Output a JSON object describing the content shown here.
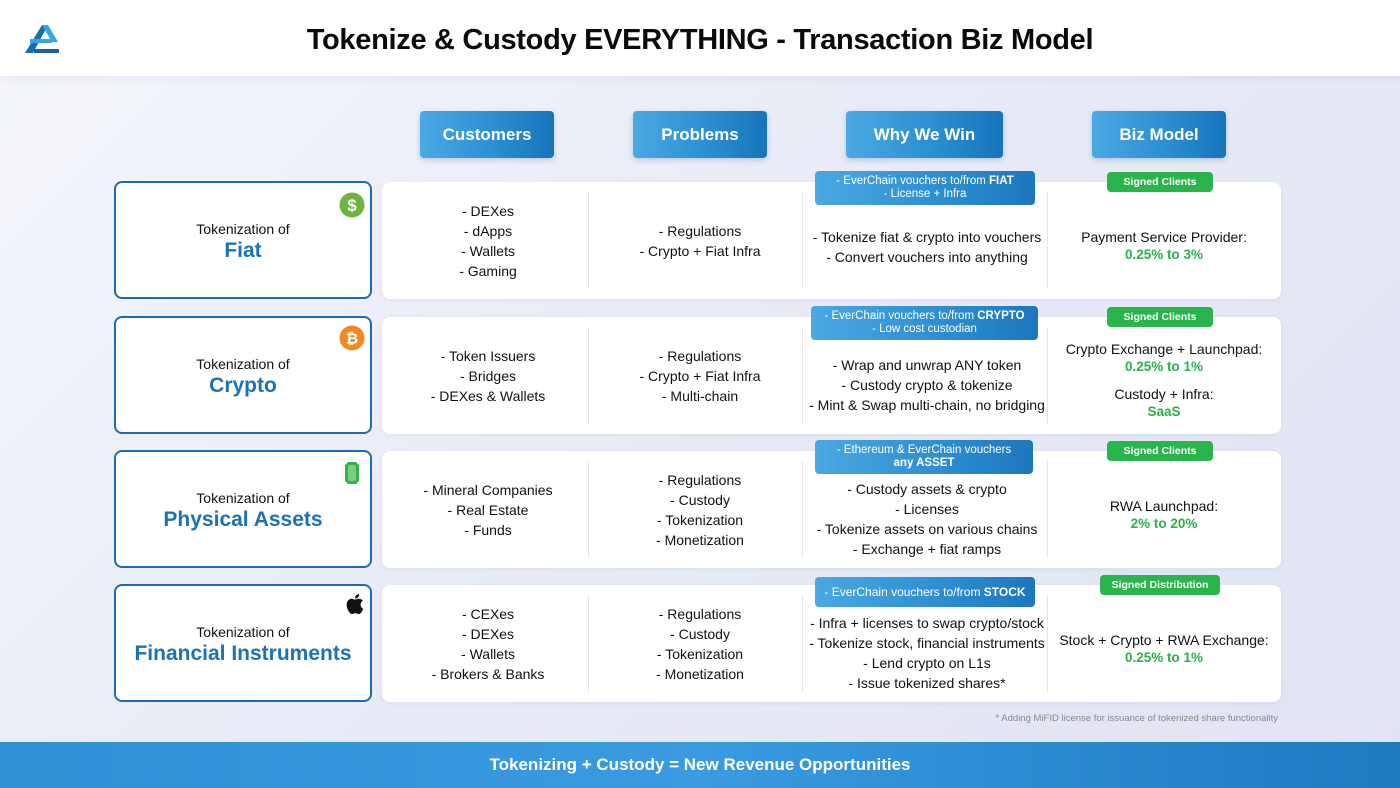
{
  "title": "Tokenize & Custody EVERYTHING - Transaction Biz Model",
  "headers": [
    "Customers",
    "Problems",
    "Why We Win",
    "Biz Model"
  ],
  "rows": [
    {
      "sub": "Tokenization of",
      "main": "Fiat",
      "icon": "dollar-icon",
      "customers": [
        "- DEXes",
        "- dApps",
        "- Wallets",
        "- Gaming"
      ],
      "problems": [
        "- Regulations",
        "- Crypto + Fiat Infra"
      ],
      "tag1_prefix": "- EverChain vouchers to/from ",
      "tag1_bold": "FIAT",
      "tag2": "- License + Infra",
      "tag2_bold": "",
      "why": [
        "- Tokenize fiat & crypto into vouchers",
        "- Convert vouchers into anything"
      ],
      "badge": "Signed Clients",
      "biz": [
        {
          "label": "Payment Service Provider:",
          "value": "0.25% to 3%"
        }
      ]
    },
    {
      "sub": "Tokenization of",
      "main": "Crypto",
      "icon": "bitcoin-icon",
      "customers": [
        "- Token Issuers",
        "- Bridges",
        "- DEXes & Wallets"
      ],
      "problems": [
        "- Regulations",
        "- Crypto + Fiat Infra",
        "- Multi-chain"
      ],
      "tag1_prefix": "- EverChain vouchers to/from ",
      "tag1_bold": "CRYPTO",
      "tag2": "- Low cost custodian",
      "tag2_bold": "",
      "why": [
        "- Wrap and unwrap ANY token",
        "- Custody crypto & tokenize",
        "- Mint & Swap multi-chain, no bridging"
      ],
      "badge": "Signed Clients",
      "biz": [
        {
          "label": "Crypto Exchange + Launchpad:",
          "value": "0.25% to 1%"
        },
        {
          "label": "Custody + Infra:",
          "value": "SaaS"
        }
      ]
    },
    {
      "sub": "Tokenization of",
      "main": "Physical Assets",
      "icon": "emerald-icon",
      "customers": [
        "- Mineral Companies",
        "- Real Estate",
        "- Funds"
      ],
      "problems": [
        "- Regulations",
        "- Custody",
        "- Tokenization",
        "- Monetization"
      ],
      "tag1_prefix": "- Ethereum & EverChain vouchers",
      "tag1_bold": "",
      "tag2": "",
      "tag2_bold": "any ASSET",
      "why": [
        "- Custody assets & crypto",
        "- Licenses",
        "- Tokenize assets on various chains",
        "- Exchange + fiat ramps"
      ],
      "badge": "Signed Clients",
      "biz": [
        {
          "label": "RWA Launchpad:",
          "value": "2% to 20%"
        }
      ]
    },
    {
      "sub": "Tokenization of",
      "main": "Financial Instruments",
      "icon": "apple-icon",
      "customers": [
        "- CEXes",
        "- DEXes",
        "- Wallets",
        "- Brokers & Banks"
      ],
      "problems": [
        "- Regulations",
        "- Custody",
        "- Tokenization",
        "- Monetization"
      ],
      "tag1_prefix": "- EverChain vouchers to/from ",
      "tag1_bold": "STOCK",
      "tag2": "",
      "tag2_bold": "",
      "why": [
        "- Infra + licenses to swap crypto/stock",
        "- Tokenize stock, financial instruments",
        "- Lend crypto on L1s",
        "- Issue tokenized shares*"
      ],
      "badge": "Signed Distribution",
      "biz": [
        {
          "label": "Stock + Crypto + RWA Exchange:",
          "value": "0.25% to 1%"
        }
      ]
    }
  ],
  "footnote": "* Adding MiFID license for issuance of tokenized share functionality",
  "footer": "Tokenizing + Custody = New Revenue Opportunities",
  "colors": {
    "accent_blue": "#1a72b8",
    "header_gradient_start": "#4ba9e3",
    "header_gradient_end": "#1674ba",
    "green": "#2ab44c",
    "dollar_icon": "#6cb33f",
    "bitcoin_icon": "#f08a24",
    "emerald_icon": "#33b14d"
  }
}
